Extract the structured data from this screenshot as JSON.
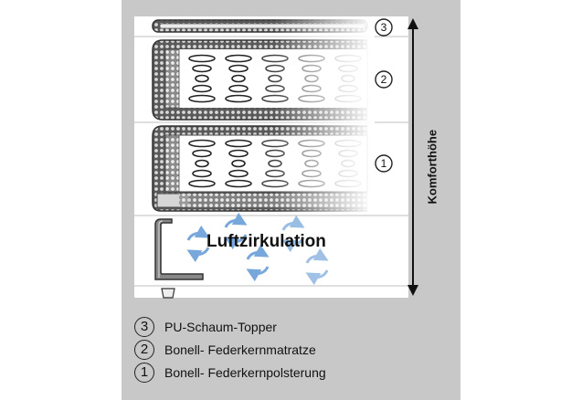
{
  "diagram": {
    "layer_numbers": {
      "topper": "3",
      "mattress": "2",
      "base": "1"
    },
    "airflow_label": "Luftzirkulation",
    "axis_label": "Komforthöhe"
  },
  "legend": [
    {
      "num": "3",
      "text": "PU-Schaum-Topper"
    },
    {
      "num": "2",
      "text": "Bonell- Federkernmatratze"
    },
    {
      "num": "1",
      "text": "Bonell- Federkernpolsterung"
    }
  ],
  "colors": {
    "panel": "#c8c8c8",
    "foam": "#555555",
    "arrow_blue": "#6a9fd8",
    "axis": "#111111"
  }
}
